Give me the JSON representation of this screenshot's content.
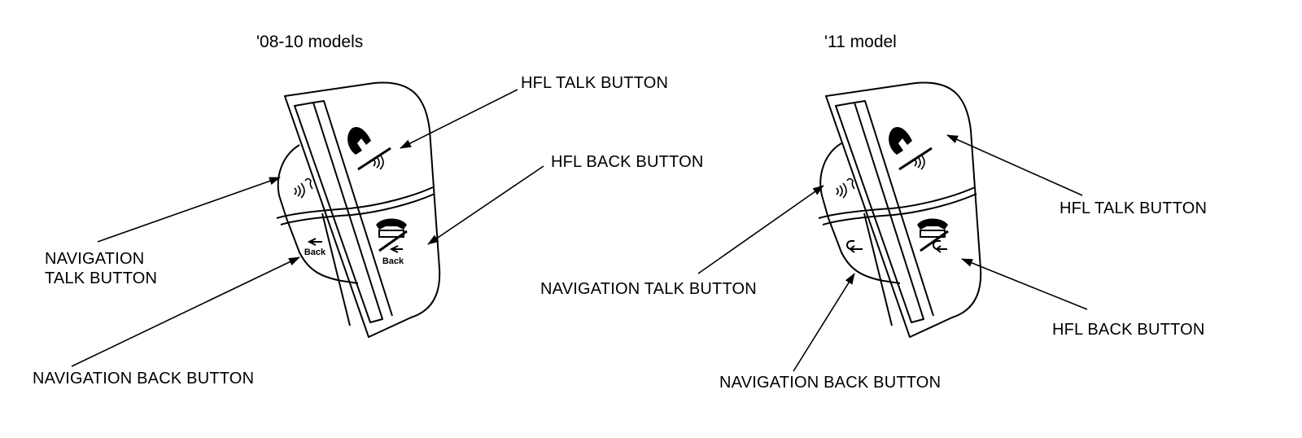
{
  "panels": [
    {
      "title": "'08-10 models",
      "labels": {
        "hfl_talk": "HFL TALK BUTTON",
        "hfl_back": "HFL BACK BUTTON",
        "nav_talk": "NAVIGATION\nTALK BUTTON",
        "nav_back": "NAVIGATION BACK BUTTON"
      },
      "button_text": {
        "back_small": "Back",
        "back_large": "Back"
      }
    },
    {
      "title": "'11 model",
      "labels": {
        "hfl_talk": "HFL TALK BUTTON",
        "hfl_back": "HFL BACK BUTTON",
        "nav_talk": "NAVIGATION TALK BUTTON",
        "nav_back": "NAVIGATION BACK BUTTON"
      }
    }
  ]
}
